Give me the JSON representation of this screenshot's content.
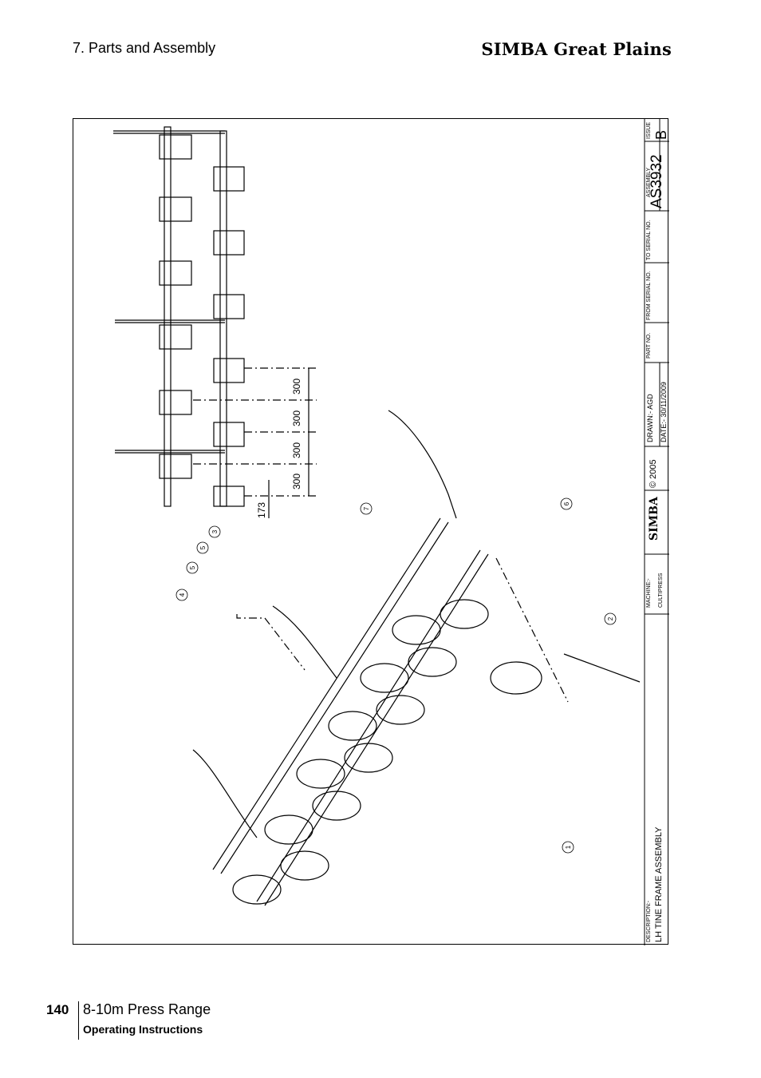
{
  "header": {
    "section": "7. Parts and Assembly",
    "brand": "SIMBA Great Plains"
  },
  "title_block": {
    "issue_label": "ISSUE",
    "issue": "B",
    "assembly_label": "ASSEMBLY",
    "assembly": "AS3932",
    "to_serial_label": "TO SERIAL NO.",
    "from_serial_label": "FROM SERIAL NO.",
    "part_no_label": "PART NO.",
    "drawn": "DRAWN:- AGD",
    "date": "DATE:- 30/11/2009",
    "copyright": "© 2005",
    "logo": "SIMBA",
    "machine_label": "MACHINE:-",
    "machine": "CULTIPRESS",
    "description_label": "DESCRIPTION:-",
    "description": "LH TINE FRAME ASSEMBLY"
  },
  "dimensions": [
    "300",
    "300",
    "300",
    "300",
    "173"
  ],
  "balloons": [
    "1",
    "2",
    "3",
    "4",
    "5",
    "5",
    "6",
    "7"
  ],
  "footer": {
    "page_number": "140",
    "title": "8-10m Press Range",
    "subtitle": "Operating Instructions"
  }
}
